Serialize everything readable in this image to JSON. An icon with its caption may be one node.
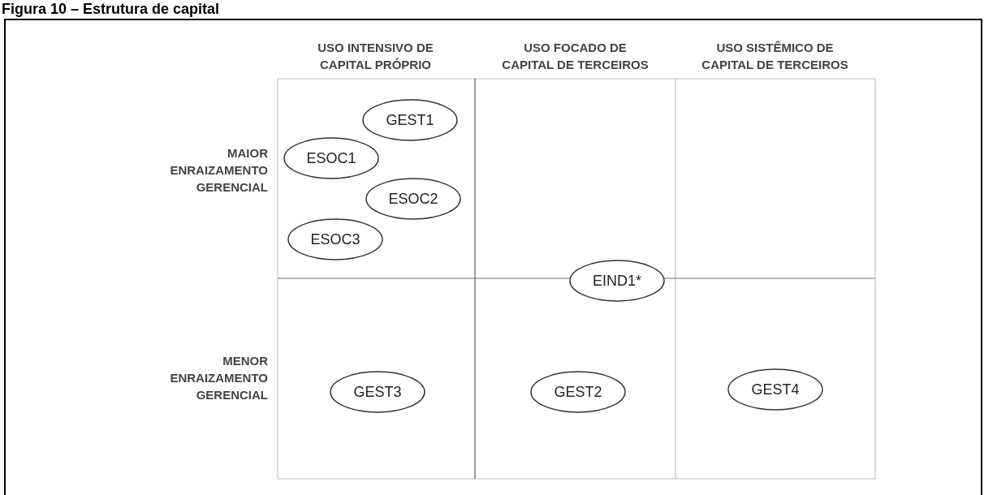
{
  "diagram": {
    "title": "Figura 10 – Estrutura de capital",
    "nodes": [
      {
        "text": [
          "GEST1"
        ]
      },
      {
        "text": [
          "ESOC1"
        ]
      },
      {
        "text": [
          "ESOC2"
        ]
      },
      {
        "text": [
          "ESOC3"
        ]
      },
      {
        "text": [
          "EIND1*"
        ]
      },
      {
        "text": [
          "GEST3"
        ]
      },
      {
        "text": [
          "GEST2"
        ]
      },
      {
        "text": [
          "GEST4"
        ]
      }
    ],
    "edges": [],
    "labels": [
      "USO INTENSIVO DE CAPITAL PRÓPRIO",
      "USO FOCADO DE CAPITAL DE TERCEIROS",
      "USO SISTÊMICO DE CAPITAL DE TERCEIROS",
      "MAIOR ENRAIZAMENTO GERENCIAL",
      "MENOR ENRAIZAMENTO GERENCIAL"
    ]
  }
}
